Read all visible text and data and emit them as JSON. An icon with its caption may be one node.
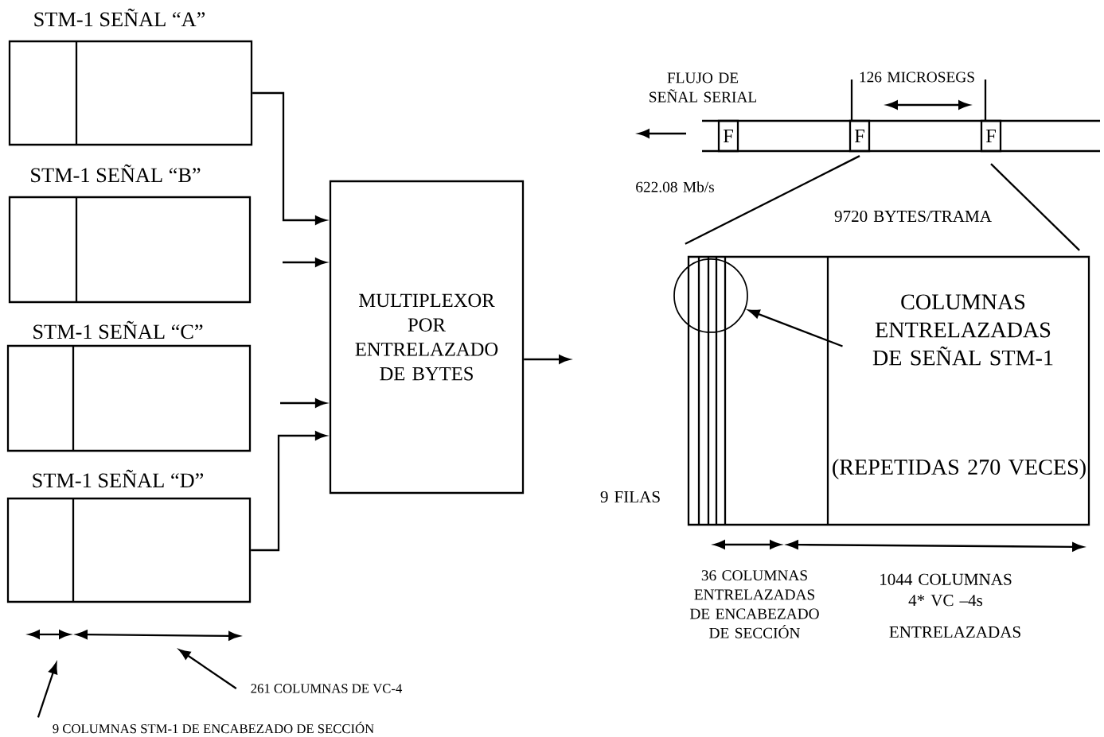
{
  "diagram": {
    "nodes": [
      {
        "text": [
          "STM-1 SEÑAL “A”"
        ]
      },
      {
        "text": [
          "STM-1 SEÑAL “B”"
        ]
      },
      {
        "text": [
          "STM-1 SEÑAL “C”"
        ]
      },
      {
        "text": [
          "STM-1 SEÑAL “D”"
        ]
      },
      {
        "text": [
          "MULTIPLEXOR POR ENTRELAZADO DE BYTES"
        ]
      },
      {
        "text": [
          "F"
        ]
      },
      {
        "text": [
          "F"
        ]
      },
      {
        "text": [
          "F"
        ]
      },
      {
        "text": [
          "COLUMNAS ENTRELAZADAS DE SEÑAL STM-1",
          "(REPETIDAS 270 VECES)"
        ]
      },
      {
        "text": [],
        "shape": "circle"
      },
      {
        "text": [
          "261 COLUMNAS DE VC-4"
        ]
      },
      {
        "text": [
          "9 COLUMNAS STM-1 DE ENCABEZADO DE SECCIÓN"
        ]
      }
    ],
    "edges": [
      {
        "from": 0,
        "to": 4,
        "arrow": "to"
      },
      {
        "from": null,
        "to": 4,
        "arrow": "to"
      },
      {
        "from": null,
        "to": 4,
        "arrow": "to"
      },
      {
        "from": 3,
        "to": 4,
        "arrow": "to"
      },
      {
        "from": 4,
        "to": null,
        "arrow": "to"
      },
      {
        "from": 8,
        "to": 9,
        "arrow": "to"
      },
      {
        "from": 6,
        "to": 8,
        "arrow": "none"
      },
      {
        "from": 7,
        "to": 8,
        "arrow": "none"
      },
      {
        "from": 10,
        "to": null,
        "arrow": "to"
      },
      {
        "from": 11,
        "to": null,
        "arrow": "to"
      }
    ],
    "labels": [
      "FLUJO DE SEÑAL SERIAL",
      "126 MICROSEGS",
      "622.08 Mb/s",
      "9720 BYTES/TRAMA",
      "9 FILAS",
      "36 COLUMNAS ENTRELAZADAS DE ENCABEZADO DE SECCIÓN",
      "1044 COLUMNAS 4* VC –4s",
      "ENTRELAZADAS"
    ]
  }
}
